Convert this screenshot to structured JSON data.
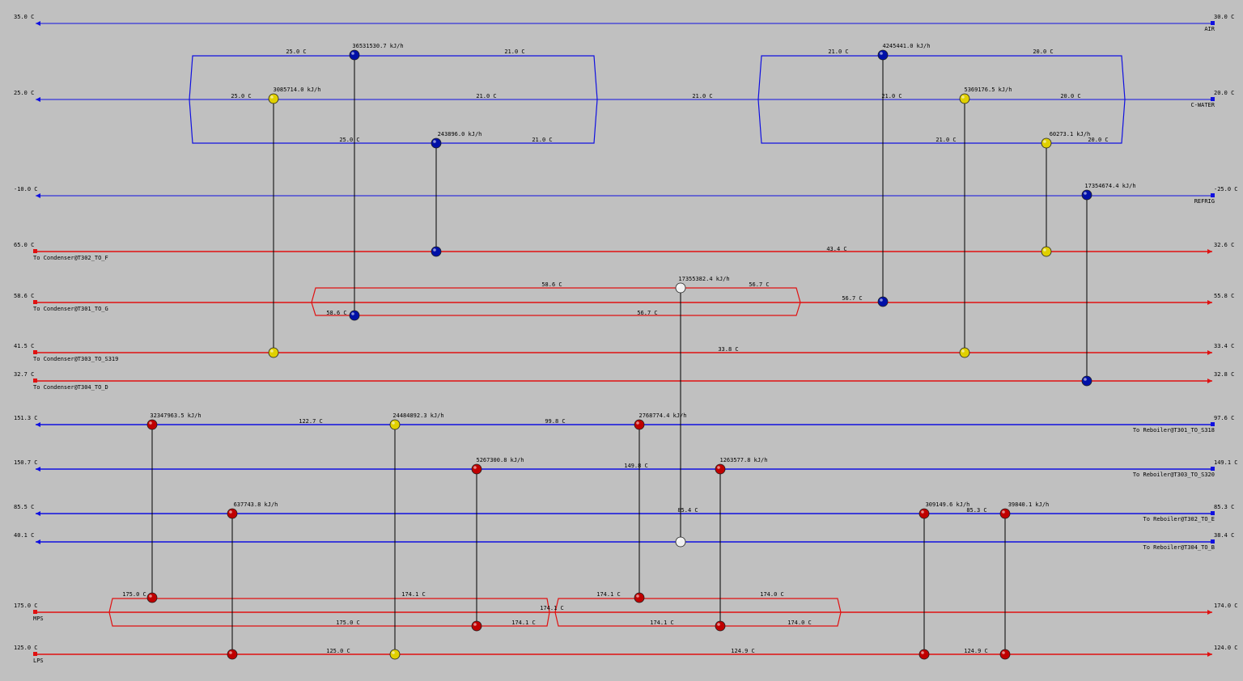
{
  "colors": {
    "background": "#c0c0c0",
    "cold_stream": "#1010e0",
    "hot_stream": "#e01010",
    "blue_exchanger": "#0010a8",
    "yellow_exchanger": "#e0d000",
    "red_exchanger": "#c00000",
    "white_exchanger": "#f0f0f0"
  },
  "streams": [
    {
      "id": "air",
      "kind": "cold",
      "inlet_temp": "30.0 C",
      "outlet_temp": "35.0 C",
      "name": "AIR"
    },
    {
      "id": "cwater",
      "kind": "cold",
      "inlet_temp": "20.0 C",
      "outlet_temp": "25.0 C",
      "name": "C-WATER"
    },
    {
      "id": "refrig",
      "kind": "cold",
      "inlet_temp": "-25.0 C",
      "outlet_temp": "-10.0 C",
      "name": "REFRIG"
    },
    {
      "id": "t302",
      "kind": "hot",
      "inlet_temp": "65.0 C",
      "outlet_temp": "32.6 C",
      "name": "To Condenser@T302_TO_F"
    },
    {
      "id": "t301",
      "kind": "hot",
      "inlet_temp": "58.6 C",
      "outlet_temp": "55.8 C",
      "name": "To Condenser@T301_TO_G"
    },
    {
      "id": "t303",
      "kind": "hot",
      "inlet_temp": "41.5 C",
      "outlet_temp": "33.4 C",
      "name": "To Condenser@T303_TO_S319"
    },
    {
      "id": "t304",
      "kind": "hot",
      "inlet_temp": "32.7 C",
      "outlet_temp": "32.8 C",
      "name": "To Condenser@T304_TO_D"
    },
    {
      "id": "reb301",
      "kind": "cold",
      "inlet_temp": "97.6 C",
      "outlet_temp": "151.3 C",
      "name": "To Reboiler@T301_TO_S318"
    },
    {
      "id": "reb303",
      "kind": "cold",
      "inlet_temp": "149.1 C",
      "outlet_temp": "150.7 C",
      "name": "To Reboiler@T303_TO_S320"
    },
    {
      "id": "reb302",
      "kind": "cold",
      "inlet_temp": "85.3 C",
      "outlet_temp": "85.5 C",
      "name": "To Reboiler@T302_TO_E"
    },
    {
      "id": "reb304",
      "kind": "cold",
      "inlet_temp": "38.4 C",
      "outlet_temp": "40.1 C",
      "name": "To Reboiler@T304_TO_B"
    },
    {
      "id": "mps",
      "kind": "hot",
      "inlet_temp": "175.0 C",
      "outlet_temp": "174.0 C",
      "name": "MPS"
    },
    {
      "id": "lps",
      "kind": "hot",
      "inlet_temp": "125.0 C",
      "outlet_temp": "124.0 C",
      "name": "LPS"
    }
  ],
  "exchangers": [
    {
      "id": "e1",
      "duty": "36531530.7 kJ/h",
      "color": "blue"
    },
    {
      "id": "e2",
      "duty": "3085714.0 kJ/h",
      "color": "yellow"
    },
    {
      "id": "e3",
      "duty": "243896.0 kJ/h",
      "color": "blue"
    },
    {
      "id": "e4",
      "duty": "4245441.0 kJ/h",
      "color": "blue"
    },
    {
      "id": "e5",
      "duty": "5369176.5 kJ/h",
      "color": "yellow"
    },
    {
      "id": "e6",
      "duty": "60273.1 kJ/h",
      "color": "yellow"
    },
    {
      "id": "e7",
      "duty": "17354674.4 kJ/h",
      "color": "blue"
    },
    {
      "id": "e8",
      "duty": "17355382.4 kJ/h",
      "color": "white"
    },
    {
      "id": "e9",
      "duty": "32347963.5 kJ/h",
      "color": "red"
    },
    {
      "id": "e10",
      "duty": "24484892.3 kJ/h",
      "color": "yellow"
    },
    {
      "id": "e11",
      "duty": "2768774.4 kJ/h",
      "color": "red"
    },
    {
      "id": "e12",
      "duty": "5267300.8 kJ/h",
      "color": "red"
    },
    {
      "id": "e13",
      "duty": "1263577.8 kJ/h",
      "color": "red"
    },
    {
      "id": "e14",
      "duty": "637743.8 kJ/h",
      "color": "red"
    },
    {
      "id": "e15",
      "duty": "309149.6 kJ/h",
      "color": "red"
    },
    {
      "id": "e16",
      "duty": "39840.1 kJ/h",
      "color": "red"
    }
  ],
  "temperature_labels": [
    "25.0 C",
    "21.0 C",
    "21.0 C",
    "20.0 C",
    "25.0 C",
    "21.0 C",
    "21.0 C",
    "21.0 C",
    "20.0 C",
    "25.0 C",
    "21.0 C",
    "21.0 C",
    "20.0 C",
    "43.4 C",
    "58.6 C",
    "56.7 C",
    "58.6 C",
    "56.7 C",
    "56.7 C",
    "33.8 C",
    "122.7 C",
    "99.8 C",
    "149.8 C",
    "85.4 C",
    "85.3 C",
    "175.0 C",
    "174.1 C",
    "174.1 C",
    "174.1 C",
    "174.0 C",
    "175.0 C",
    "174.1 C",
    "174.1 C",
    "174.0 C",
    "125.0 C",
    "124.9 C",
    "124.9 C"
  ]
}
